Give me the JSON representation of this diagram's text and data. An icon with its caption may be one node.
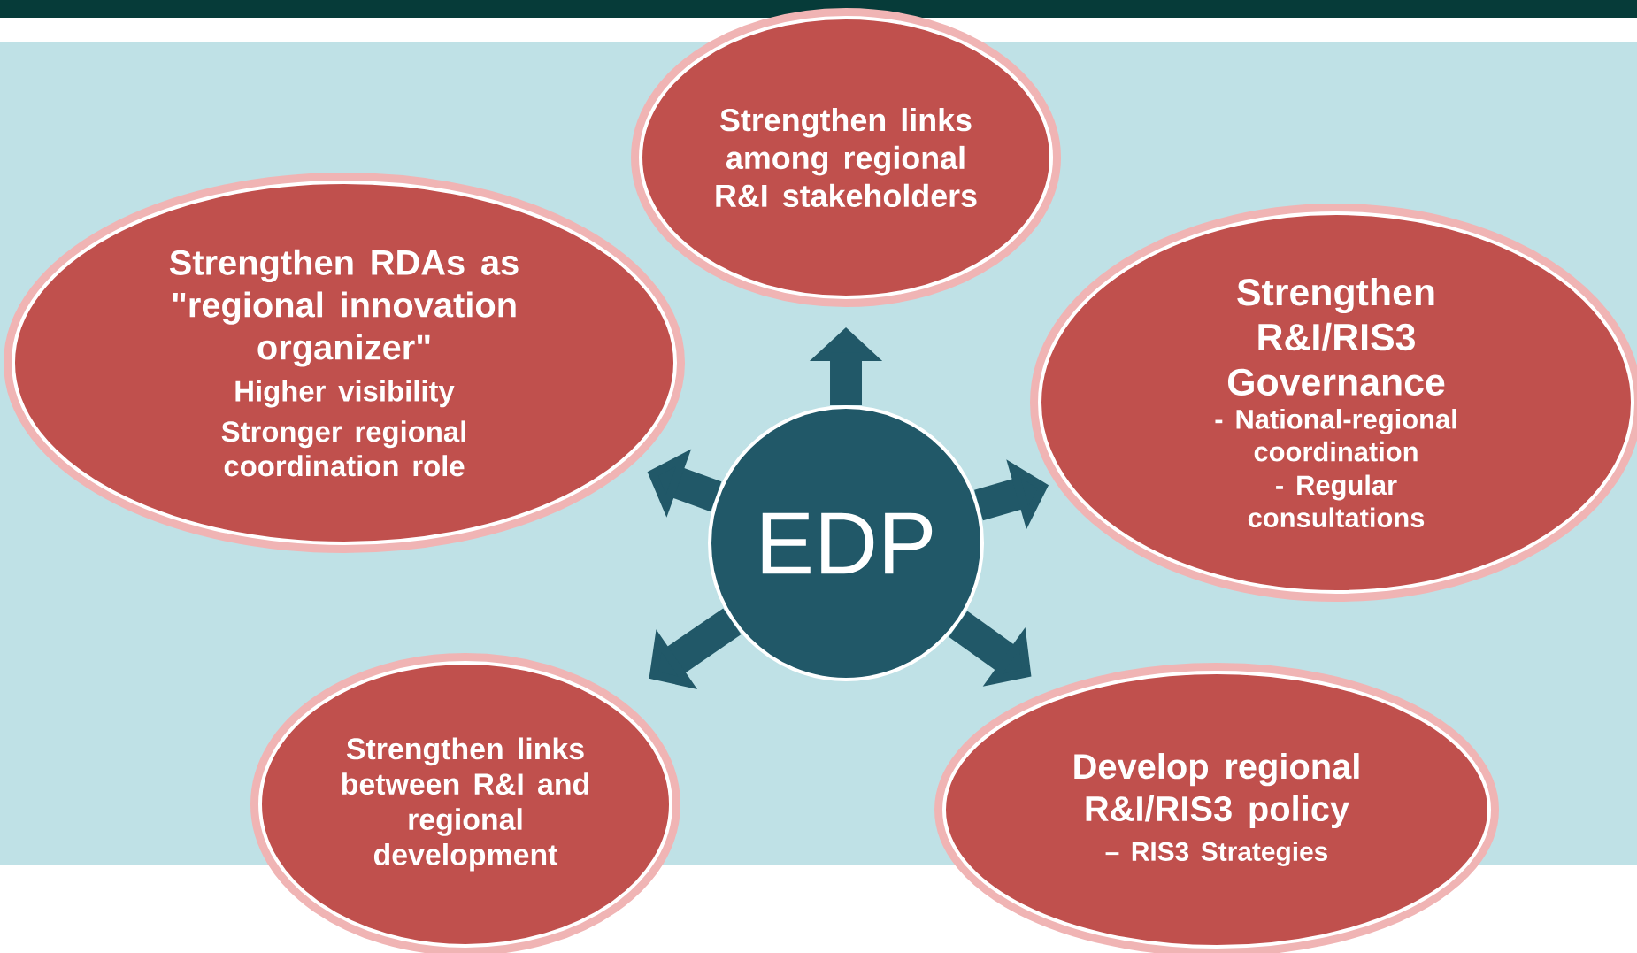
{
  "diagram": {
    "nodes": [
      {
        "text": [
          "Strengthen links among regional R&I stakeholders"
        ]
      },
      {
        "text": [
          "Strengthen RDAs as \"regional innovation organizer\"",
          "Higher visibility",
          "Stronger regional coordination role"
        ]
      },
      {
        "text": [
          "Strengthen R&I/RIS3 Governance",
          "- National-regional coordination",
          "- Regular consultations"
        ]
      },
      {
        "text": [
          "EDP"
        ]
      },
      {
        "text": [
          "Strengthen links between R&I and regional development"
        ]
      },
      {
        "text": [
          "Develop regional R&I/RIS3 policy",
          "– RIS3 Strategies"
        ]
      }
    ],
    "edges": [
      {
        "from": 3,
        "to": 0,
        "arrow": "to"
      },
      {
        "from": 3,
        "to": 1,
        "arrow": "to"
      },
      {
        "from": 3,
        "to": 2,
        "arrow": "to"
      },
      {
        "from": 3,
        "to": 4,
        "arrow": "to"
      },
      {
        "from": 3,
        "to": 5,
        "arrow": "to"
      }
    ]
  }
}
